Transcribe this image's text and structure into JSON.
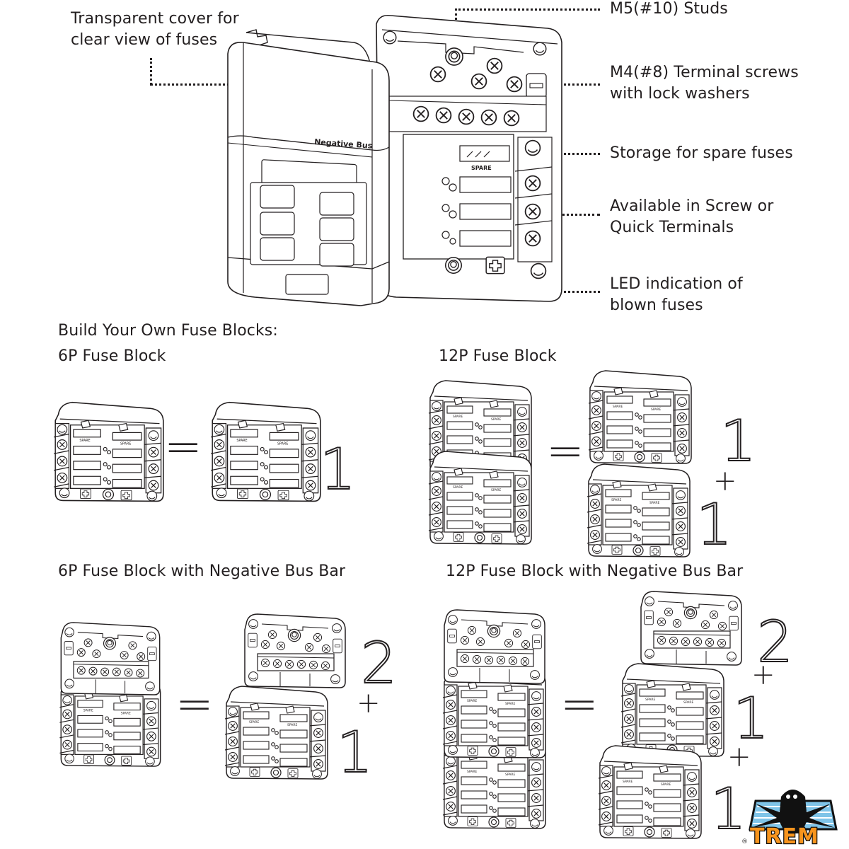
{
  "hero": {
    "cover_label": "Negative Bus",
    "spare_label": "SPARE",
    "callouts": {
      "cover": [
        "Transparent cover for",
        "clear view of fuses"
      ],
      "studs": [
        "M5(#10) Studs"
      ],
      "screws": [
        "M4(#8) Terminal screws",
        "with lock washers"
      ],
      "storage": [
        "Storage for spare fuses"
      ],
      "terminals": [
        "Available in Screw or",
        "Quick Terminals"
      ],
      "led": [
        "LED indication of",
        "blown fuses"
      ]
    }
  },
  "build": {
    "heading": "Build Your Own Fuse Blocks:",
    "sections": [
      {
        "title": "6P Fuse Block",
        "equals": "=",
        "parts": [
          {
            "qty": "1",
            "module": "fuse-6p"
          }
        ],
        "plus": []
      },
      {
        "title": "12P Fuse Block",
        "equals": "=",
        "parts": [
          {
            "qty": "1",
            "module": "fuse-6p"
          },
          {
            "qty": "1",
            "module": "fuse-6p"
          }
        ],
        "plus": [
          "+"
        ]
      },
      {
        "title": "6P Fuse Block with Negative Bus Bar",
        "equals": "=",
        "parts": [
          {
            "qty": "2",
            "module": "negative-bus"
          },
          {
            "qty": "1",
            "module": "fuse-6p"
          }
        ],
        "plus": [
          "+"
        ]
      },
      {
        "title": "12P Fuse Block with Negative Bus Bar",
        "equals": "=",
        "parts": [
          {
            "qty": "2",
            "module": "negative-bus"
          },
          {
            "qty": "1",
            "module": "fuse-6p"
          },
          {
            "qty": "1",
            "module": "fuse-6p"
          }
        ],
        "plus": [
          "+",
          "+"
        ]
      }
    ]
  },
  "module_label": "SPARE",
  "logo": {
    "text": "TREM",
    "registered": "®",
    "colors": {
      "orange": "#f7941d",
      "blue": "#7fc4e8",
      "black": "#111111"
    }
  }
}
